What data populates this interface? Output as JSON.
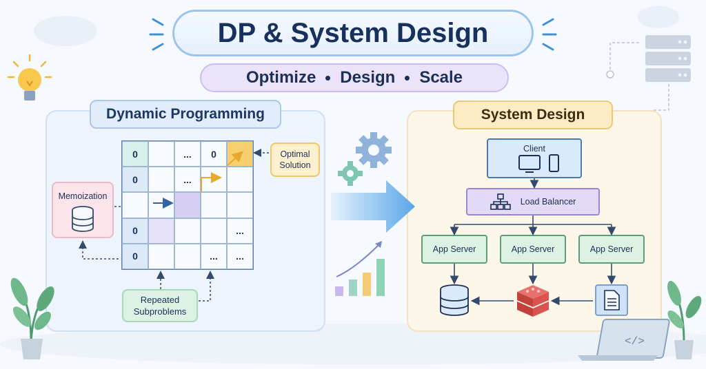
{
  "title": "DP & System Design",
  "subtitle": {
    "items": [
      "Optimize",
      "Design",
      "Scale"
    ]
  },
  "dp": {
    "heading": "Dynamic Programming",
    "grid": [
      [
        "0",
        "",
        "...",
        "0",
        ""
      ],
      [
        "0",
        "",
        "...",
        "",
        ""
      ],
      [
        "",
        "",
        "",
        "",
        ""
      ],
      [
        "0",
        "",
        "",
        "",
        "..."
      ],
      [
        "0",
        "",
        "",
        "...",
        "..."
      ]
    ],
    "memoization_label": "Memoization",
    "optimal_label": "Optimal Solution",
    "repeated_label": "Repeated Subproblems"
  },
  "sd": {
    "heading": "System Design",
    "client_label": "Client",
    "lb_label": "Load Balancer",
    "app_servers": [
      "App Server",
      "App Server",
      "App Server"
    ]
  },
  "colors": {
    "accent_blue": "#5aa6e8",
    "dp_panel": "#edf4fc",
    "sd_panel": "#fdf7ea",
    "memo": "#fbe4ea",
    "optimal": "#fff1cf",
    "repeated": "#dcf2e5",
    "load_balancer": "#e2daf7",
    "cache": "#d9534f"
  }
}
